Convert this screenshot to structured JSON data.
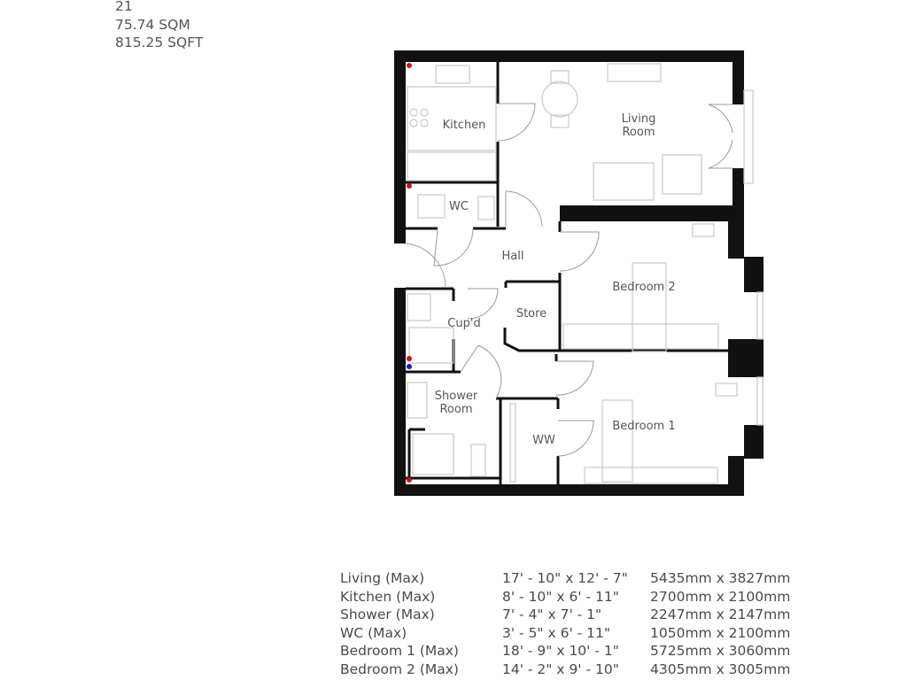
{
  "header": {
    "plot_number": "21",
    "area_sqm": "75.74 SQM",
    "area_sqft": "815.25 SQFT"
  },
  "rooms": {
    "kitchen": "Kitchen",
    "living_line1": "Living",
    "living_line2": "Room",
    "wc": "WC",
    "hall": "Hall",
    "bedroom2": "Bedroom 2",
    "cupd": "Cup'd",
    "store": "Store",
    "shower_line1": "Shower",
    "shower_line2": "Room",
    "ww": "WW",
    "bedroom1": "Bedroom 1"
  },
  "colors": {
    "walls": "#111111",
    "hot_marker": "#d0101a",
    "cold_marker": "#1020c0"
  },
  "dimensions": [
    {
      "room": "Living (Max)",
      "imperial": "17' - 10\" x 12' - 7\"",
      "metric": "5435mm x 3827mm"
    },
    {
      "room": "Kitchen (Max)",
      "imperial": "8' - 10\" x 6' - 11\"",
      "metric": "2700mm x 2100mm"
    },
    {
      "room": "Shower (Max)",
      "imperial": "7' - 4\" x 7' - 1\"",
      "metric": "2247mm x 2147mm"
    },
    {
      "room": "WC (Max)",
      "imperial": "3' - 5\" x 6' - 11\"",
      "metric": "1050mm x 2100mm"
    },
    {
      "room": "Bedroom 1 (Max)",
      "imperial": "18' - 9\" x 10' - 1\"",
      "metric": "5725mm x 3060mm"
    },
    {
      "room": "Bedroom 2 (Max)",
      "imperial": "14' - 2\" x 9' - 10\"",
      "metric": "4305mm x 3005mm"
    }
  ]
}
